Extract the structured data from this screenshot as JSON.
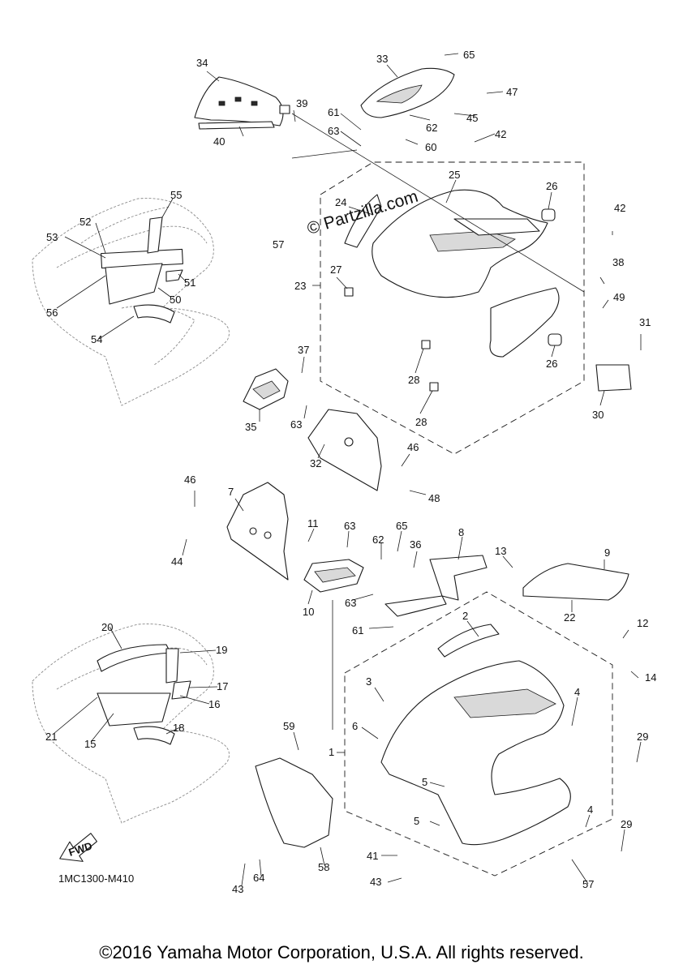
{
  "diagram": {
    "code": "1MC1300-M410",
    "watermark": "© Partzilla.com",
    "copyright": "©2016 Yamaha Motor Corporation, U.S.A. All rights reserved.",
    "fwd_label": "FWD",
    "callouts": [
      "1",
      "2",
      "3",
      "4",
      "4",
      "5",
      "5",
      "6",
      "7",
      "8",
      "9",
      "10",
      "11",
      "12",
      "13",
      "14",
      "15",
      "16",
      "17",
      "18",
      "19",
      "20",
      "21",
      "22",
      "23",
      "24",
      "25",
      "26",
      "26",
      "27",
      "28",
      "28",
      "29",
      "29",
      "30",
      "31",
      "32",
      "33",
      "34",
      "35",
      "36",
      "37",
      "38",
      "39",
      "40",
      "41",
      "42",
      "42",
      "43",
      "43",
      "44",
      "45",
      "46",
      "46",
      "47",
      "48",
      "49",
      "50",
      "51",
      "52",
      "53",
      "54",
      "55",
      "56",
      "57",
      "57",
      "58",
      "59",
      "60",
      "61",
      "61",
      "62",
      "62",
      "63",
      "63",
      "63",
      "63",
      "64",
      "65",
      "65"
    ]
  }
}
